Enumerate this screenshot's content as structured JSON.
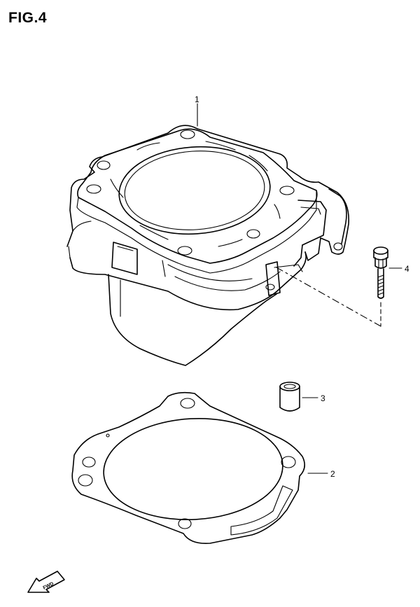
{
  "figure": {
    "title": "FIG.4"
  },
  "callouts": [
    {
      "id": "1",
      "label": "1"
    },
    {
      "id": "2",
      "label": "2"
    },
    {
      "id": "3",
      "label": "3"
    },
    {
      "id": "4",
      "label": "4"
    }
  ],
  "direction_marker": {
    "label": "FWD"
  }
}
